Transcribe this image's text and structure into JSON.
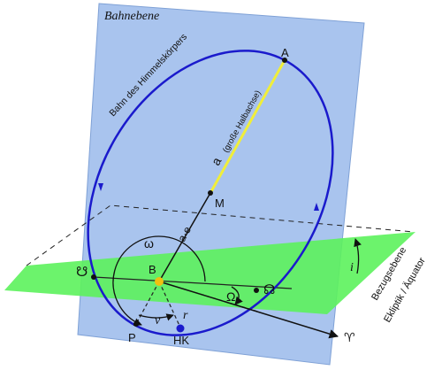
{
  "plane_labels": {
    "orbital_plane": "Bahnebene",
    "reference_plane_1": "Bezugsebene",
    "reference_plane_2": "Ekliptik / Äquator"
  },
  "orbit_label": "Bahn des Himmelskörpers",
  "points": {
    "apoapsis": "A",
    "center": "M",
    "focus": "B",
    "periapsis": "P",
    "body": "HK",
    "ascending_node": "☊",
    "descending_node": "☋",
    "vernal_equinox": "♈"
  },
  "symbols": {
    "semi_major_axis": "a",
    "semi_major_axis_note": "(große Halbachse)",
    "eccentric_distance": "a·e",
    "arg_periapsis": "ω",
    "long_asc_node": "Ω",
    "true_anomaly": "ν",
    "radius": "r",
    "inclination": "i"
  },
  "colors": {
    "orbital_plane": "#a9c4ee",
    "reference_plane": "#5cf25c",
    "orbit": "#1a1acc",
    "major_axis": "#f0ee3a",
    "focus": "#f0c010"
  }
}
